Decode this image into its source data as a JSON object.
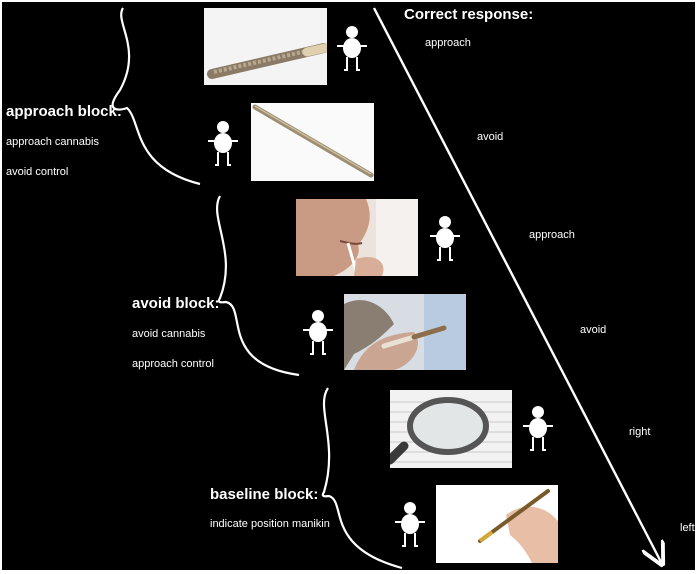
{
  "header": {
    "title": "Correct response:"
  },
  "responses": [
    "approach",
    "avoid",
    "approach",
    "avoid",
    "right",
    "left"
  ],
  "blocks": [
    {
      "title": "approach block:",
      "lines": [
        "approach  cannabis",
        "avoid  control"
      ]
    },
    {
      "title": "avoid block:",
      "lines": [
        "avoid  cannabis",
        "approach  control"
      ]
    },
    {
      "title": "baseline block:",
      "lines": [
        "indicate position manikin"
      ]
    }
  ],
  "images": [
    {
      "icon": "cannabis-joint-photo"
    },
    {
      "icon": "wooden-stick-photo"
    },
    {
      "icon": "person-smoking-photo"
    },
    {
      "icon": "hand-holding-joint-photo"
    },
    {
      "icon": "magnifying-glass-photo"
    },
    {
      "icon": "hand-writing-pen-photo"
    }
  ],
  "colors": {
    "background": "#000000",
    "foreground": "#ffffff"
  }
}
